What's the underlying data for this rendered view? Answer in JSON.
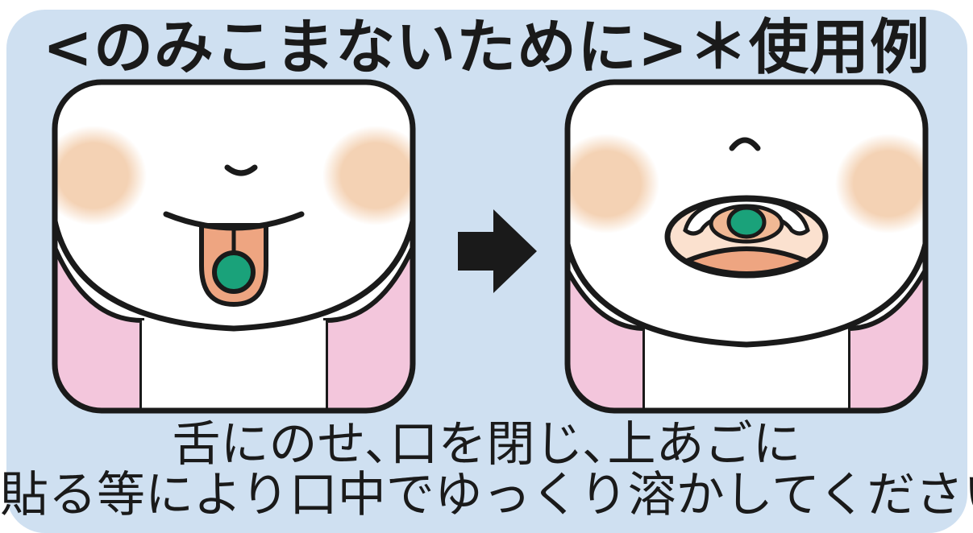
{
  "title": "<のみこまないために>＊使用例",
  "instructions": {
    "line1": "舌にのせ､口を閉じ､上あごに",
    "line2": "貼る等により口中でゆっくり溶かしてください"
  },
  "colors": {
    "background": "#cfe0f1",
    "face": "#ffffff",
    "cheek": "#f4d2b4",
    "neck_shadow": "#f3c6dc",
    "tongue": "#eea581",
    "pill": "#1aa27a",
    "outline": "#1a1a1a"
  },
  "icons": [
    "face-tongue-out-icon",
    "arrow-right-icon",
    "face-mouth-open-icon"
  ]
}
